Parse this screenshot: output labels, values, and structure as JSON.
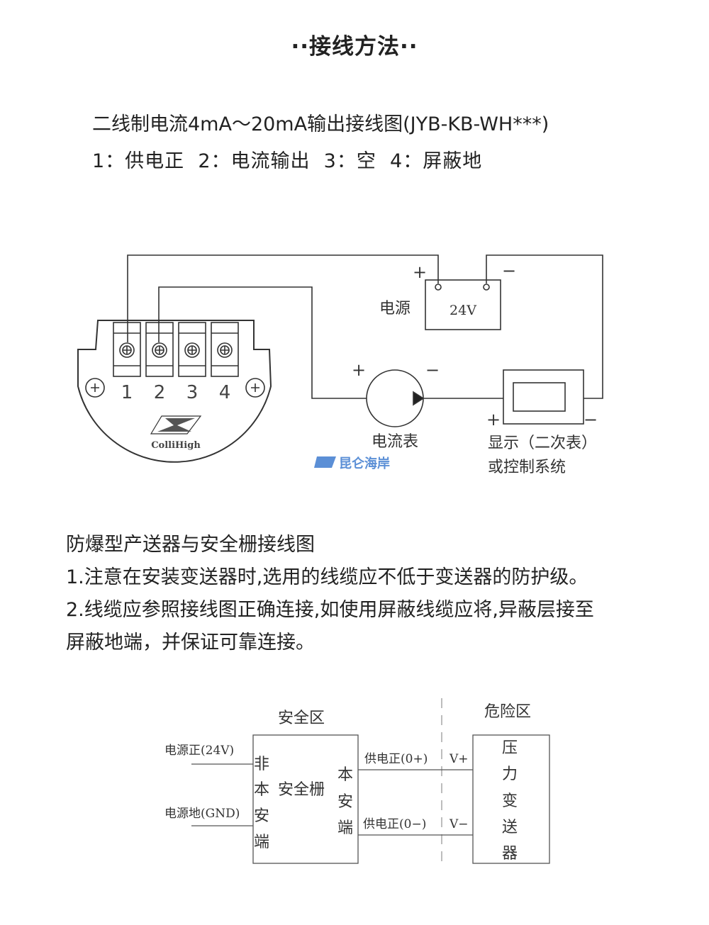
{
  "title": "··接线方法··",
  "section1": {
    "heading": "二线制电流4mA～20mA输出接线图(JYB-KB-WH***)",
    "legend": "1：供电正  2：电流输出  3：空  4：屏蔽地",
    "diagram": {
      "terminals": [
        "1",
        "2",
        "3",
        "4"
      ],
      "logo_text": "ColliHigh",
      "power_label": "电源",
      "power_value": "24V",
      "plus": "+",
      "minus": "−",
      "ammeter_label": "电流表",
      "display_label_1": "显示（二次表）",
      "display_label_2": "或控制系统",
      "watermark": "昆仑海岸"
    }
  },
  "section2": {
    "heading": "防爆型产送器与安全栅接线图",
    "notes": [
      "1.注意在安装变送器时,选用的线缆应不低于变送器的防护级。",
      "2.线缆应参照接线图正确连接,如使用屏蔽线缆应将,异蔽层接至",
      "屏蔽地端，并保证可靠连接。"
    ],
    "diagram": {
      "safe_zone": "安全区",
      "hazard_zone": "危险区",
      "power_pos": "电源正(24V)",
      "power_gnd": "电源地(GND)",
      "non_is_side": [
        "非",
        "本",
        "安",
        "端"
      ],
      "barrier": "安全栅",
      "is_side": [
        "本",
        "安",
        "端"
      ],
      "supply_pos": "供电正(0+)",
      "supply_neg": "供电正(0−)",
      "v_plus": "V+",
      "v_minus": "V−",
      "transmitter": [
        "压",
        "力",
        "变",
        "送",
        "器"
      ]
    }
  }
}
